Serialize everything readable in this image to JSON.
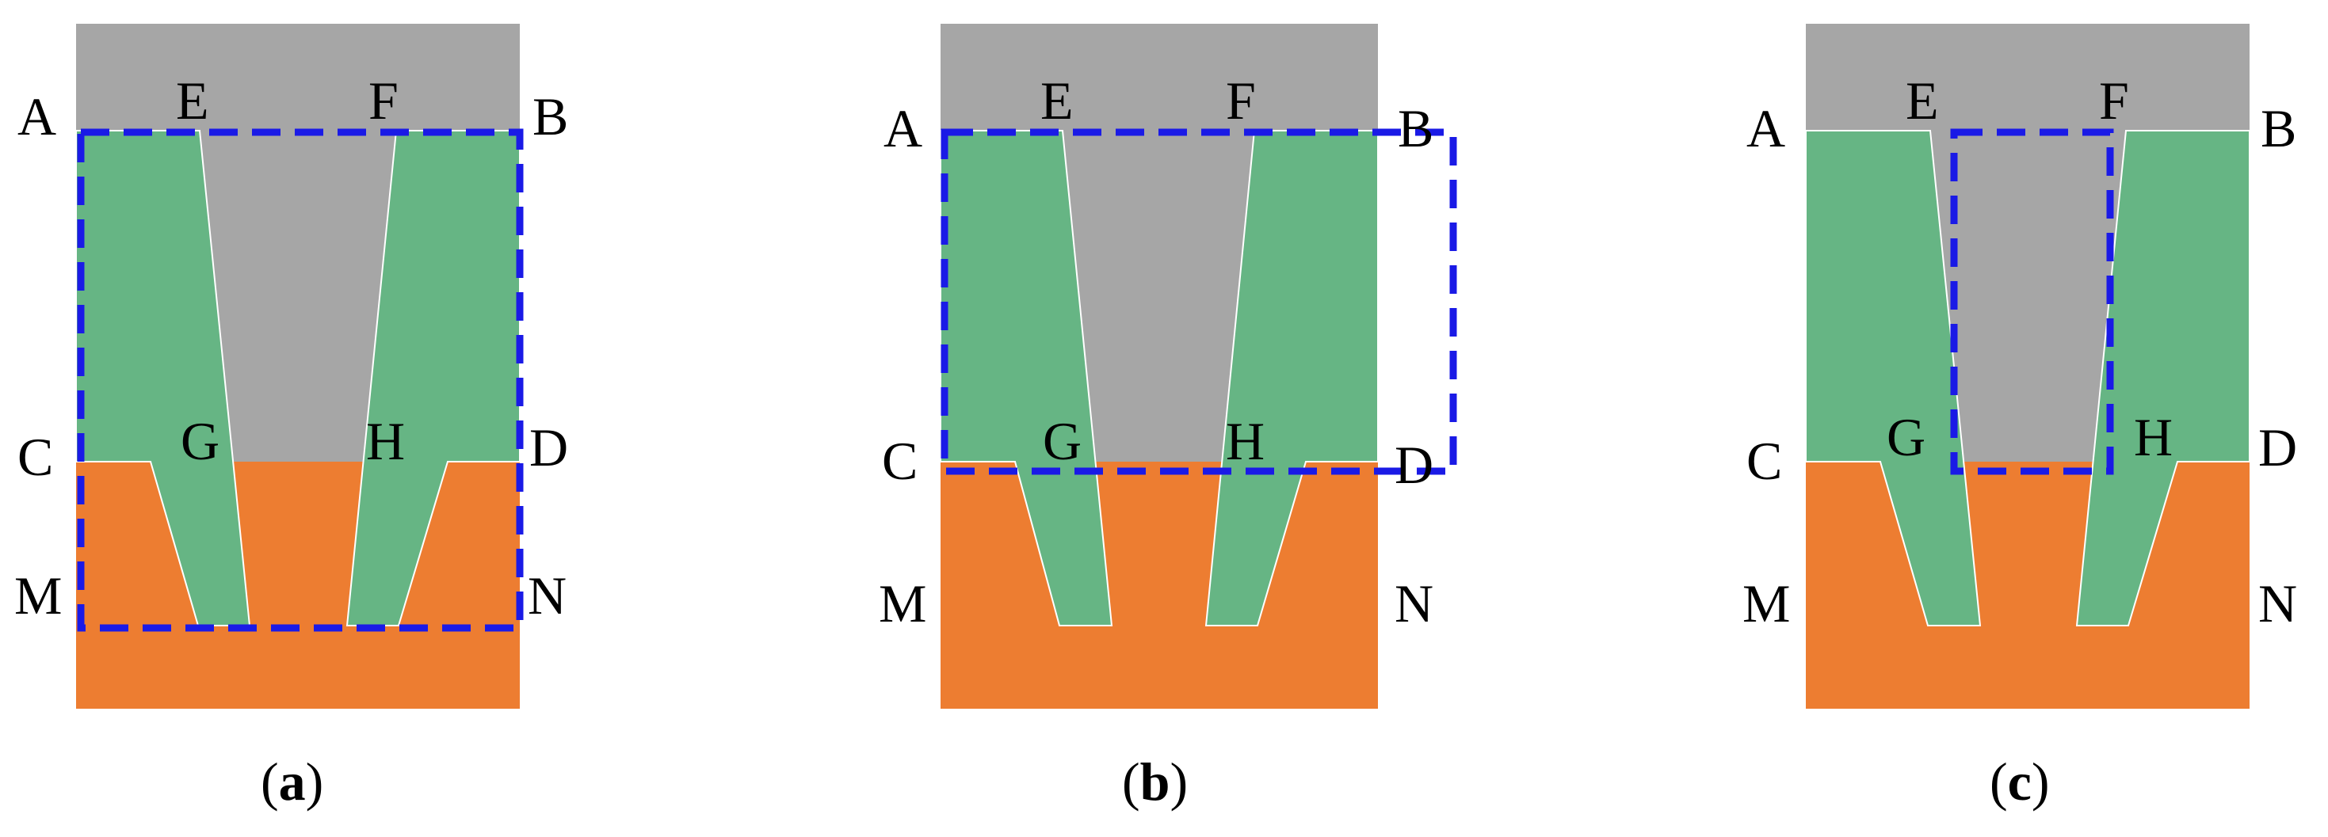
{
  "colors": {
    "background": "#ffffff",
    "gray": "#a6a6a6",
    "green": "#66b584",
    "orange": "#ed7d31",
    "dash": "#1a1ae6",
    "text": "#000000"
  },
  "panels": [
    {
      "caption_open": "(",
      "caption_letter": "a",
      "caption_close": ")",
      "labels": {
        "A": "A",
        "B": "B",
        "C": "C",
        "D": "D",
        "E": "E",
        "F": "F",
        "G": "G",
        "H": "H",
        "M": "M",
        "N": "N"
      }
    },
    {
      "caption_open": "(",
      "caption_letter": "b",
      "caption_close": ")",
      "labels": {
        "A": "A",
        "B": "B",
        "C": "C",
        "D": "D",
        "E": "E",
        "F": "F",
        "G": "G",
        "H": "H",
        "M": "M",
        "N": "N"
      }
    },
    {
      "caption_open": "(",
      "caption_letter": "c",
      "caption_close": ")",
      "labels": {
        "A": "A",
        "B": "B",
        "C": "C",
        "D": "D",
        "E": "E",
        "F": "F",
        "G": "G",
        "H": "H",
        "M": "M",
        "N": "N"
      }
    }
  ]
}
